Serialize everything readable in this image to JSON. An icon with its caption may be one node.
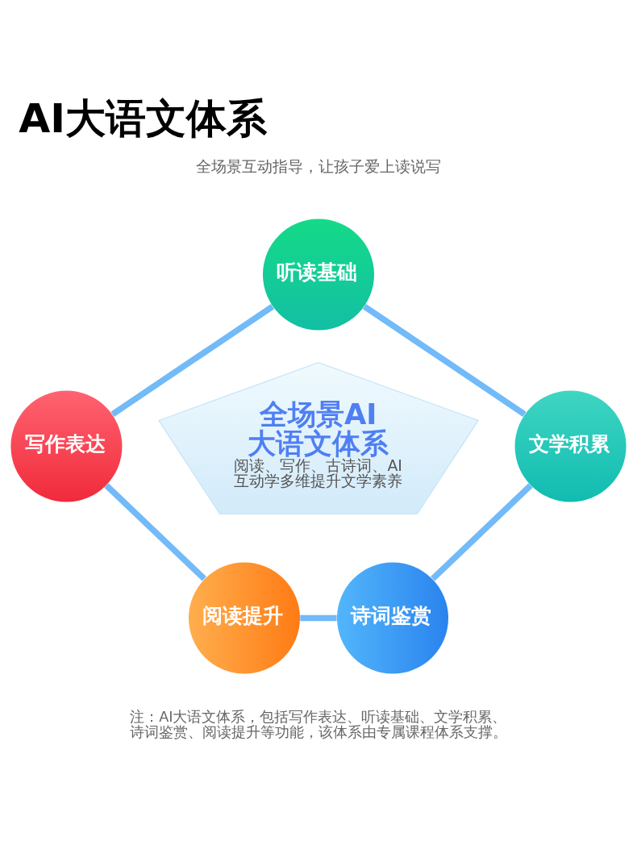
{
  "diagram": {
    "title": "AI大语文体系",
    "nodes": [
      {
        "text": [
          "听读基础"
        ]
      },
      {
        "text": [
          "写作表达"
        ]
      },
      {
        "text": [
          "文学积累"
        ]
      },
      {
        "text": [
          "全场景AI大语文体系",
          "阅读、写作、古诗词、AI互动学多维提升文学素养"
        ]
      },
      {
        "text": [
          "阅读提升"
        ]
      },
      {
        "text": [
          "诗词鉴赏"
        ]
      }
    ],
    "edges": [
      {
        "from": 0,
        "to": 1,
        "arrow": "none"
      },
      {
        "from": 0,
        "to": 2,
        "arrow": "none"
      },
      {
        "from": 1,
        "to": 4,
        "arrow": "none"
      },
      {
        "from": 2,
        "to": 5,
        "arrow": "none"
      },
      {
        "from": 4,
        "to": 5,
        "arrow": "none"
      }
    ],
    "labels": [
      "全场景互动指导，让孩子爱上读说写",
      "注：AI大语文体系，包括写作表达、听读基础、文学积累、诗词鉴赏、阅读提升等功能，该体系由专属课程体系支撑。"
    ]
  }
}
